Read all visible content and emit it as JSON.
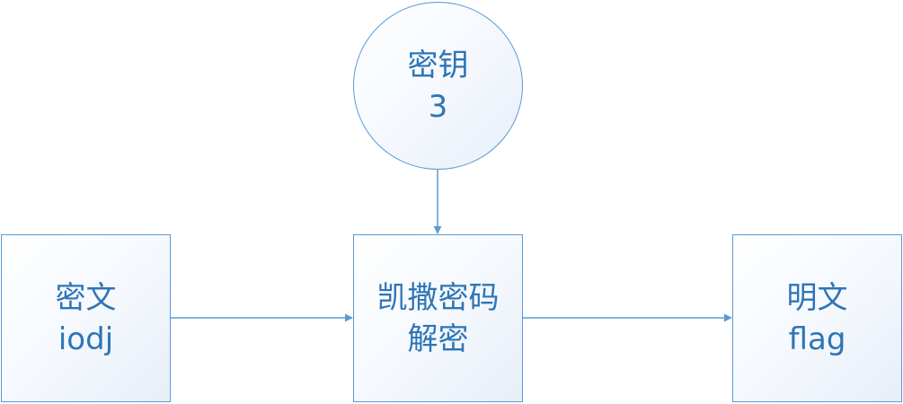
{
  "diagram": {
    "colors": {
      "stroke": "#5b9bd5",
      "text": "#2e75b6"
    },
    "key": {
      "label": "密钥",
      "value": "3"
    },
    "ciphertext": {
      "label": "密文",
      "value": "iodj"
    },
    "decrypt": {
      "label_line1": "凯撒密码",
      "label_line2": "解密"
    },
    "plaintext": {
      "label": "明文",
      "value": "flag"
    }
  }
}
